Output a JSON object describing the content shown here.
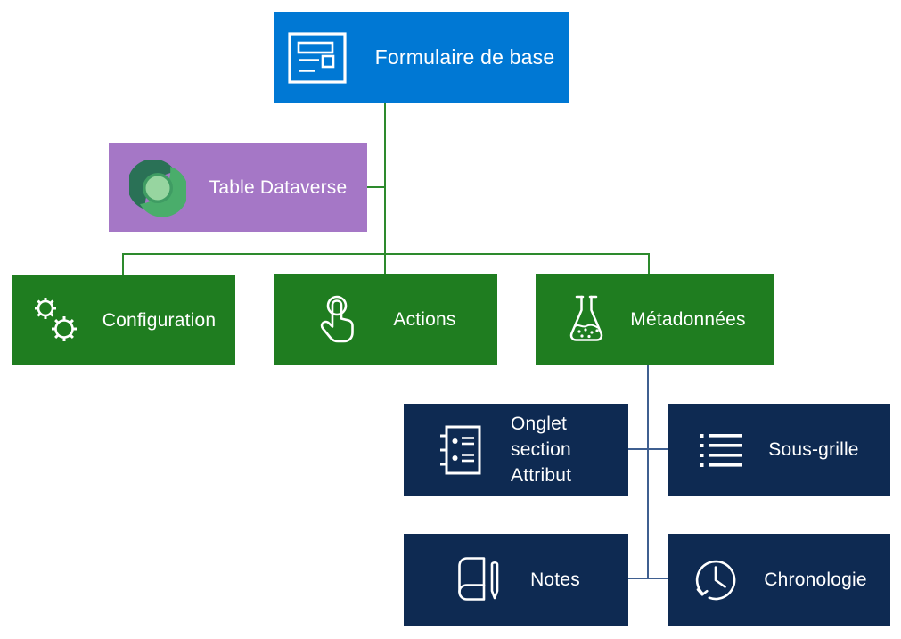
{
  "colors": {
    "background": "#ffffff",
    "blue": "#0078d4",
    "purple": "#a577c6",
    "green": "#1f7d20",
    "navy": "#0e2a52",
    "connector_green": "#2d8a2d",
    "connector_navy": "#3f5f90",
    "label_text": "#ffffff"
  },
  "nodes": {
    "formulaire": {
      "label": "Formulaire de base",
      "icon": "form-icon"
    },
    "dataverse": {
      "label": "Table Dataverse",
      "icon": "dataverse-logo"
    },
    "configuration": {
      "label": "Configuration",
      "icon": "gears-icon"
    },
    "actions": {
      "label": "Actions",
      "icon": "touch-icon"
    },
    "metadonnees": {
      "label": "Métadonnées",
      "icon": "flask-icon"
    },
    "onglet_section_attribut": {
      "label": "Onglet section Attribut",
      "icon": "notebook-list-icon"
    },
    "sous_grille": {
      "label": "Sous-grille",
      "icon": "bulleted-list-icon"
    },
    "notes": {
      "label": "Notes",
      "icon": "book-pencil-icon"
    },
    "chronologie": {
      "label": "Chronologie",
      "icon": "history-clock-icon"
    }
  },
  "dataverse_logo_colors": {
    "dark_green": "#2a7156",
    "bright_green": "#4aad6b",
    "ring_green": "#3f9c63",
    "light_green": "#97d5a0"
  }
}
